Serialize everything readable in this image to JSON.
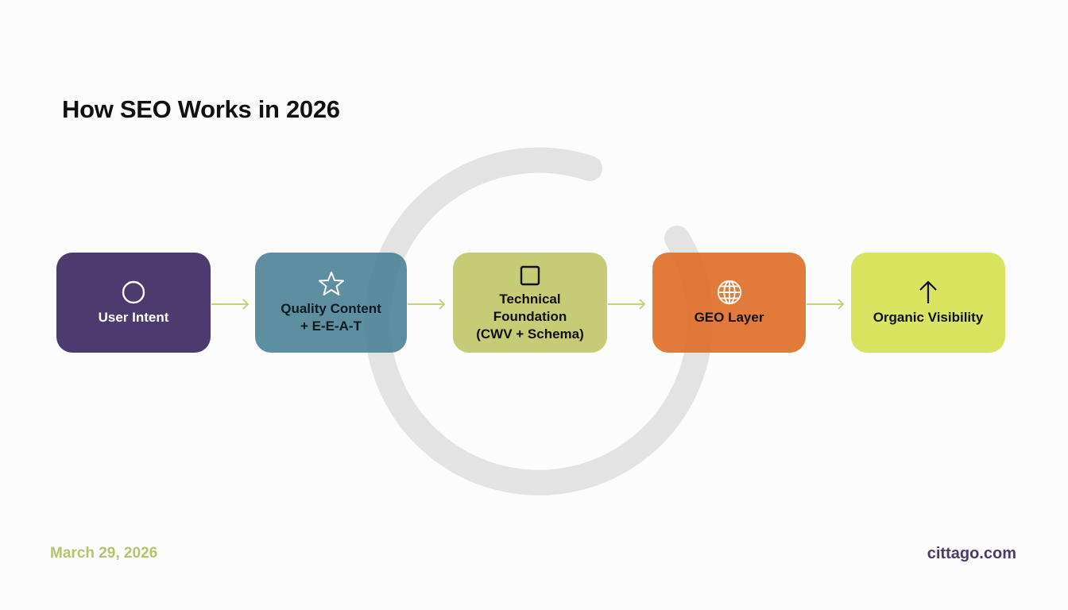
{
  "title": "How SEO Works in 2026",
  "colors": {
    "step1": "#4d3a6e",
    "step2": "rgba(72,128,148,0.88)",
    "step3": "#c5cc75",
    "step4": "rgba(223,112,40,0.92)",
    "step5": "#d9e461",
    "connector": "#c7d27f",
    "ring": "#e3e3e3",
    "date": "#b7c26c",
    "site": "#4b3a6b"
  },
  "steps": [
    {
      "label": "User Intent",
      "icon": "circle-icon"
    },
    {
      "label": "Quality Content\n+ E-E-A-T",
      "icon": "star-icon"
    },
    {
      "label": "Technical\nFoundation\n(CWV + Schema)",
      "icon": "square-icon"
    },
    {
      "label": "GEO Layer",
      "icon": "globe-icon"
    },
    {
      "label": "Organic Visibility",
      "icon": "arrow-up-icon"
    }
  ],
  "footer": {
    "date": "March 29, 2026",
    "site": "cittago.com"
  }
}
